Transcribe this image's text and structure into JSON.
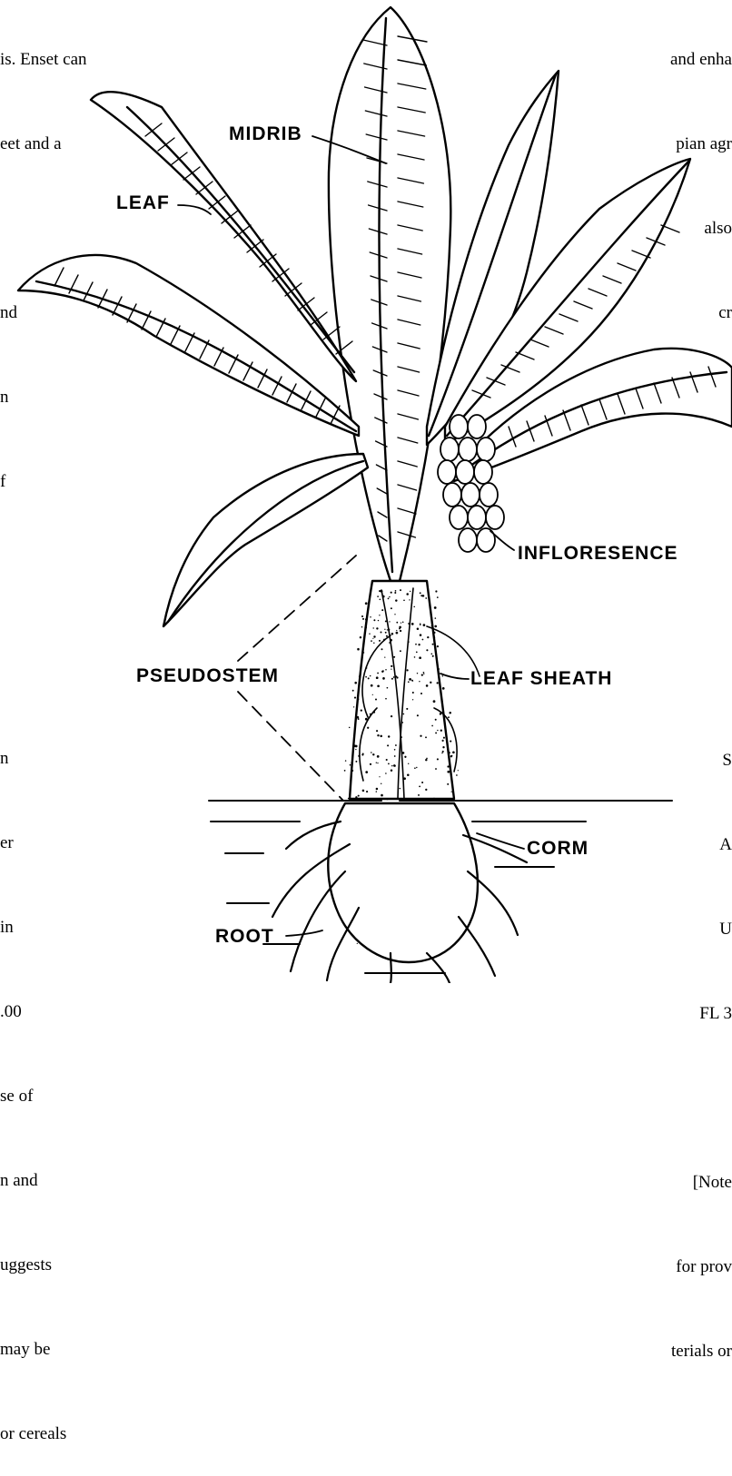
{
  "labels": {
    "midrib": "MIDRIB",
    "leaf": "LEAF",
    "inflorescence": "INFLORESENCE",
    "pseudostem": "PSEUDOSTEM",
    "leaf_sheath": "LEAF SHEATH",
    "corm": "CORM",
    "root": "ROOT"
  },
  "text_fragments": {
    "top_left": [
      "is. Enset can",
      "eet and a",
      "",
      "nd",
      "n",
      "f"
    ],
    "top_right": [
      "and enha",
      "pian agr",
      "also",
      "cr"
    ],
    "bottom_left": [
      "n",
      "er",
      "in",
      ".00",
      "se of",
      "n and",
      "uggests",
      "may be",
      "or cereals"
    ],
    "bottom_right": [
      "S",
      "A",
      "U",
      "FL 3",
      "",
      "[Note",
      "for prov",
      "terials or"
    ]
  }
}
